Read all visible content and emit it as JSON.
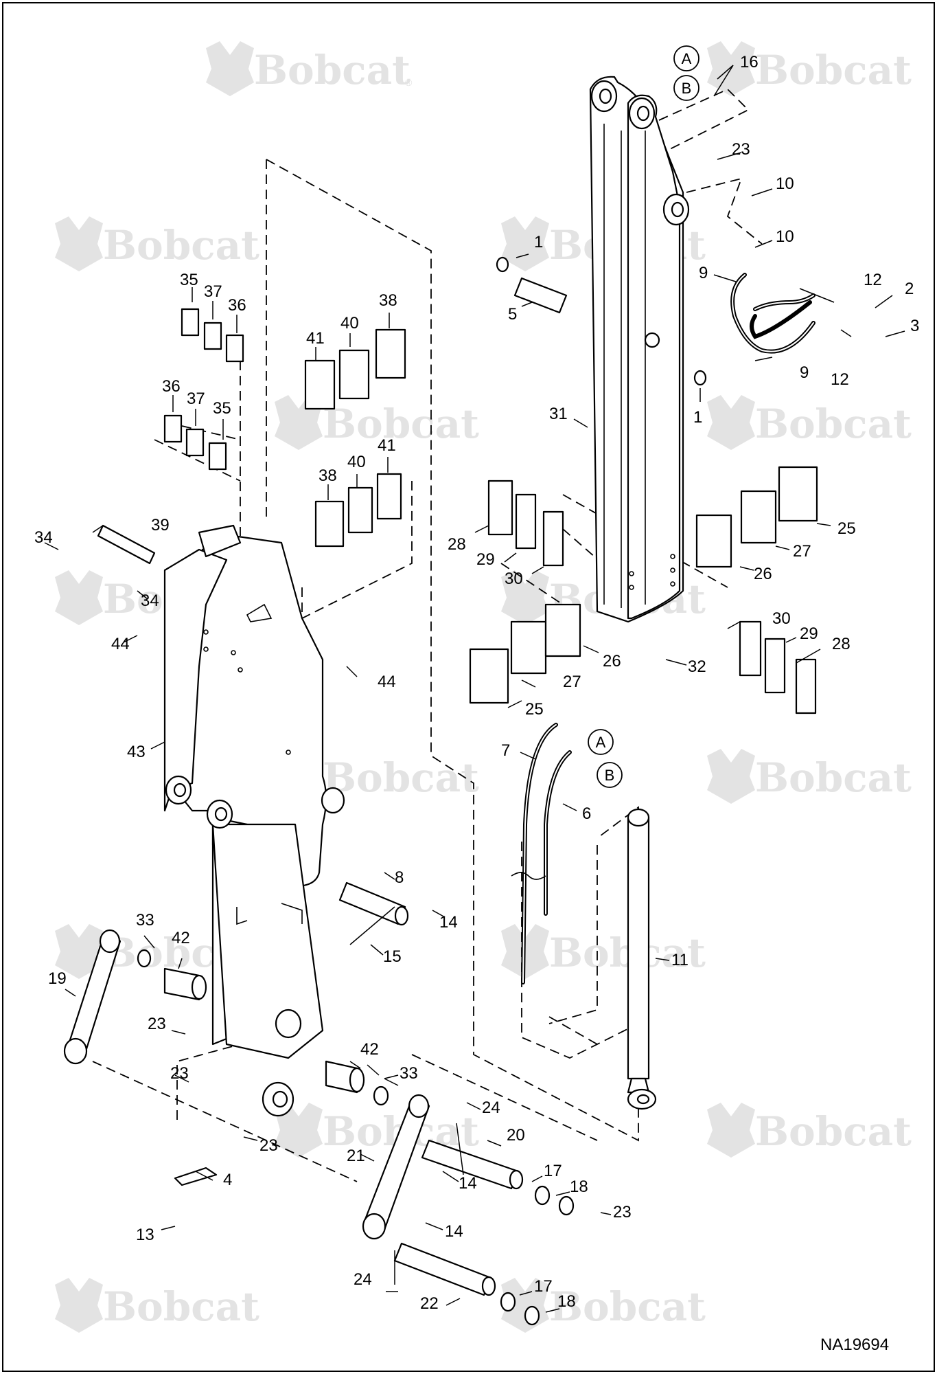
{
  "drawing_number": "NA19694",
  "watermark": {
    "brand": "Bobcat",
    "reg_mark": "®"
  },
  "reference_markers": {
    "a": "A",
    "b": "B"
  },
  "callouts": {
    "c1a": "1",
    "c1b": "1",
    "c2": "2",
    "c3": "3",
    "c4": "4",
    "c5": "5",
    "c6": "6",
    "c7": "7",
    "c8": "8",
    "c9a": "9",
    "c9b": "9",
    "c10a": "10",
    "c10b": "10",
    "c11": "11",
    "c12a": "12",
    "c12b": "12",
    "c13": "13",
    "c14a": "14",
    "c14b": "14",
    "c14c": "14",
    "c15": "15",
    "c16": "16",
    "c17a": "17",
    "c17b": "17",
    "c18a": "18",
    "c18b": "18",
    "c19": "19",
    "c20": "20",
    "c21": "21",
    "c22": "22",
    "c23a": "23",
    "c23b": "23",
    "c23c": "23",
    "c23d": "23",
    "c23e": "23",
    "c24a": "24",
    "c24b": "24",
    "c25a": "25",
    "c25b": "25",
    "c26a": "26",
    "c26b": "26",
    "c27a": "27",
    "c27b": "27",
    "c28a": "28",
    "c28b": "28",
    "c29a": "29",
    "c29b": "29",
    "c30a": "30",
    "c30b": "30",
    "c31": "31",
    "c32": "32",
    "c33a": "33",
    "c33b": "33",
    "c34a": "34",
    "c34b": "34",
    "c35a": "35",
    "c35b": "35",
    "c36a": "36",
    "c36b": "36",
    "c37a": "37",
    "c37b": "37",
    "c38a": "38",
    "c38b": "38",
    "c39": "39",
    "c40a": "40",
    "c40b": "40",
    "c41a": "41",
    "c41b": "41",
    "c42a": "42",
    "c42b": "42",
    "c43": "43",
    "c44a": "44",
    "c44b": "44"
  }
}
